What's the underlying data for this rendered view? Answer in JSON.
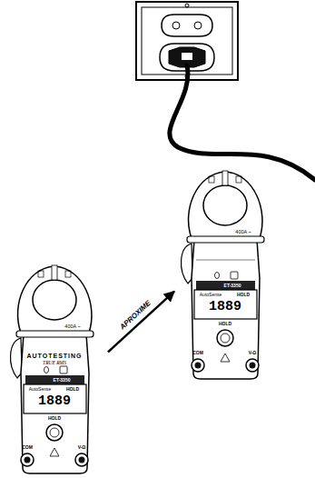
{
  "diagram": {
    "nodes": [
      {
        "text": [
          "400A ~",
          "AUTOTESTING",
          "TRUE RMS",
          "ET-3350",
          "AutoSense",
          "HOLD",
          "1889",
          "HOLD",
          "COM",
          "V-Ω"
        ]
      },
      {
        "text": [
          "400A ~",
          "ET-3350",
          "AutoSense",
          "HOLD",
          "1889",
          "HOLD",
          "COM",
          "V-Ω"
        ]
      }
    ],
    "edges": [
      {
        "from": 0,
        "to": 1,
        "label": "APROXIME",
        "arrow": "to"
      }
    ]
  }
}
